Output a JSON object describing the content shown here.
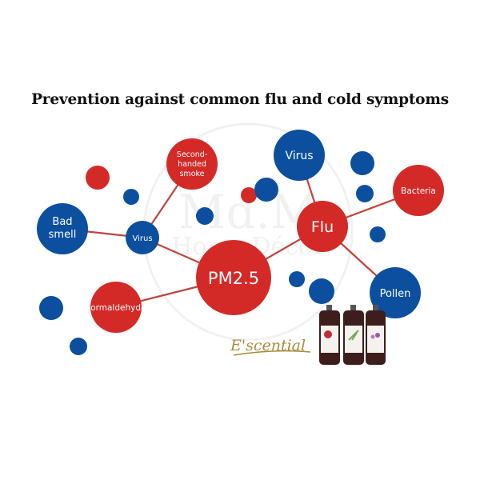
{
  "title": "Prevention against common flu and cold symptoms",
  "colors": {
    "red": "#d42a27",
    "blue": "#0c4f9f",
    "line": "#c0433d",
    "gold": "#a88a3c"
  },
  "nodes": {
    "smoke": [
      "Second-",
      "handed",
      "smoke"
    ],
    "bad_smell": [
      "Bad",
      "smell"
    ],
    "virus_small": "Virus",
    "pm25": "PM2.5",
    "virus_big": "Virus",
    "flu": "Flu",
    "bacteria": "Bacteria",
    "pollen": "Pollen",
    "formaldehyde": "Formaldehyde"
  },
  "watermark": "Md.M Home Décor",
  "brand": "E'scential"
}
